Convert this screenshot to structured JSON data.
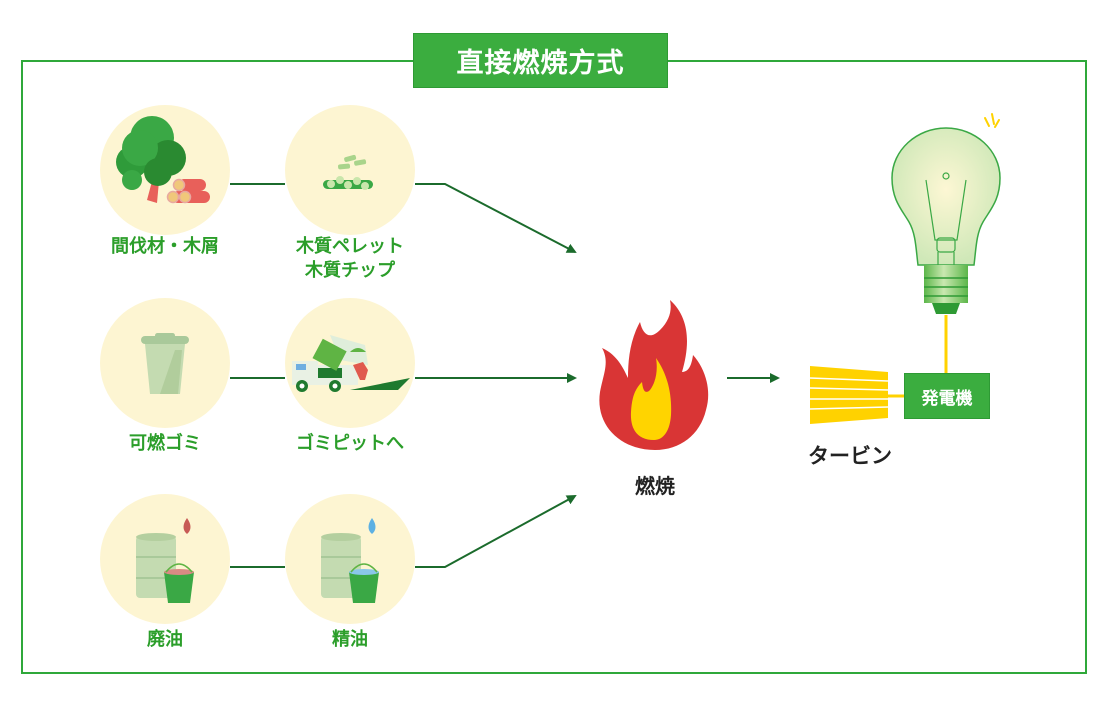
{
  "title": "直接燃焼方式",
  "sources": [
    {
      "id": "thinning-wood",
      "label": "間伐材・木屑",
      "icon": "tree-and-logs-icon"
    },
    {
      "id": "combustible-waste",
      "label": "可燃ゴミ",
      "icon": "trash-can-icon"
    },
    {
      "id": "waste-oil",
      "label": "廃油",
      "icon": "oil-drum-red-drop-icon"
    }
  ],
  "processed": [
    {
      "id": "wood-pellets-chips",
      "label_lines": [
        "木質ペレット",
        "木質チップ"
      ],
      "icon": "wood-pellets-icon"
    },
    {
      "id": "to-garbage-pit",
      "label": "ゴミピットへ",
      "icon": "garbage-truck-icon"
    },
    {
      "id": "refined-oil",
      "label": "精油",
      "icon": "oil-drum-blue-drop-icon"
    }
  ],
  "combustion": {
    "label": "燃焼",
    "icon": "flame-icon"
  },
  "turbine": {
    "label": "タービン",
    "icon": "turbine-icon"
  },
  "generator": {
    "label": "発電機"
  },
  "bulb": {
    "icon": "light-bulb-icon"
  },
  "colors": {
    "frame": "#2fa83a",
    "title_bg": "#3bad3f",
    "label_green": "#2b9e2a",
    "arrow": "#1b6b2c",
    "circle_bg": "#fdf5d2",
    "flame_outer": "#d93535",
    "flame_inner": "#ffd400",
    "turbine": "#ffd200"
  }
}
